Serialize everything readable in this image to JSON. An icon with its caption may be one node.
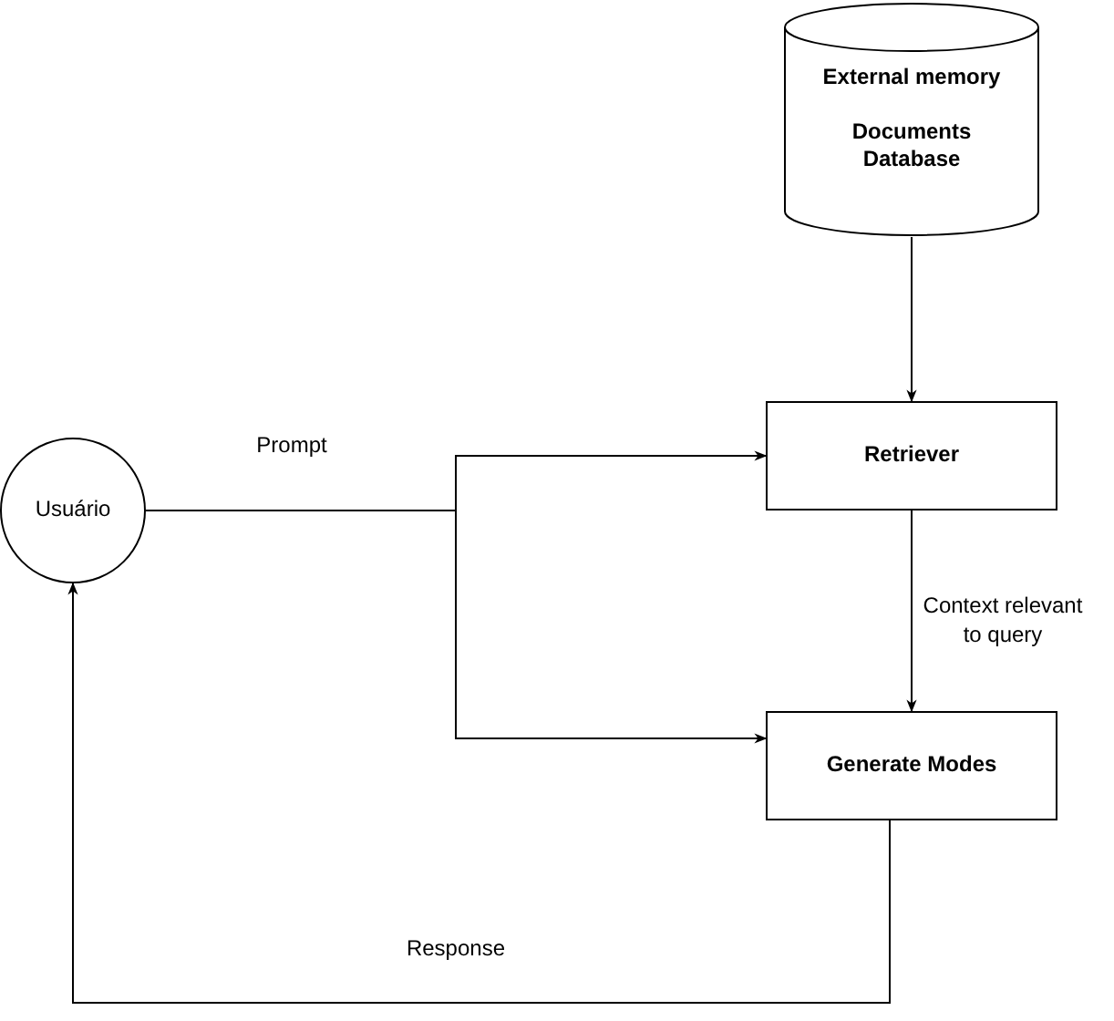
{
  "diagram": {
    "nodes": [
      {
        "text": [
          "External memory",
          "Documents Database"
        ]
      },
      {
        "text": [
          "Usuário"
        ]
      },
      {
        "text": [
          "Retriever"
        ]
      },
      {
        "text": [
          "Generate Modes"
        ]
      }
    ],
    "edges": [
      {
        "from": 0,
        "to": 2,
        "arrow": "to"
      },
      {
        "from": 1,
        "to": 2,
        "arrow": "to",
        "label": "Prompt"
      },
      {
        "from": 1,
        "to": 3,
        "arrow": "to"
      },
      {
        "from": 2,
        "to": 3,
        "arrow": "to",
        "label": "Context relevant to query"
      },
      {
        "from": 3,
        "to": 1,
        "arrow": "to",
        "label": "Response"
      }
    ]
  }
}
